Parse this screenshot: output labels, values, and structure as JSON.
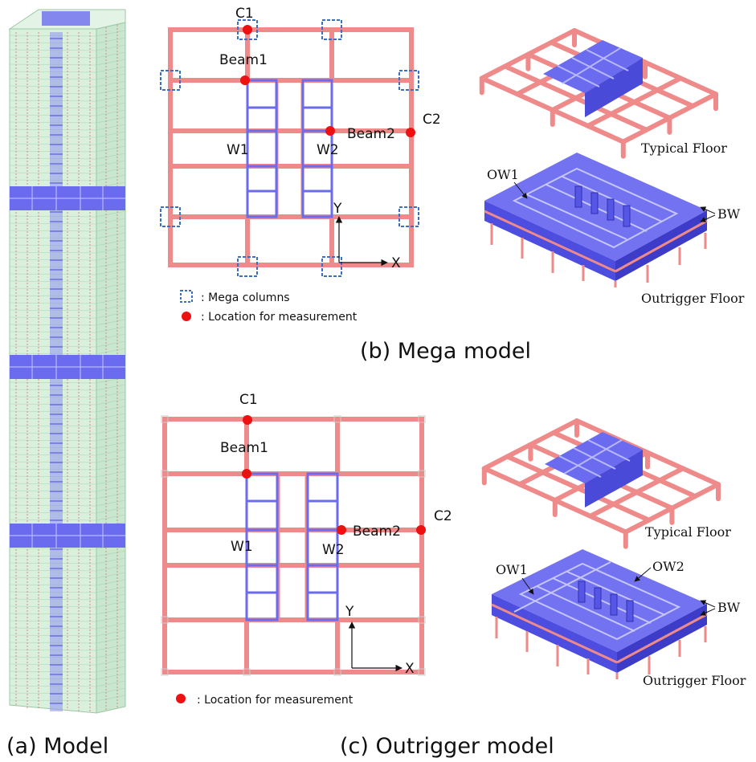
{
  "captions": {
    "a": "(a) Model",
    "b": "(b) Mega model",
    "c": "(c) Outrigger model"
  },
  "mega_plan": {
    "labels": {
      "c1": "C1",
      "c2": "C2",
      "beam1": "Beam1",
      "beam2": "Beam2",
      "w1": "W1",
      "w2": "W2",
      "y_axis": "Y",
      "x_axis": "X"
    },
    "legend": {
      "mega_columns": ": Mega columns",
      "measurement": ": Location for measurement"
    }
  },
  "outrigger_plan": {
    "labels": {
      "c1": "C1",
      "c2": "C2",
      "beam1": "Beam1",
      "beam2": "Beam2",
      "w1": "W1",
      "w2": "W2",
      "y_axis": "Y",
      "x_axis": "X"
    },
    "legend": {
      "measurement": ": Location for measurement"
    }
  },
  "mega_iso": {
    "typical": "Typical Floor",
    "outrigger": "Outrigger Floor",
    "ow1": "OW1",
    "bw": "BW"
  },
  "outrigger_iso": {
    "typical": "Typical Floor",
    "outrigger": "Outrigger Floor",
    "ow1": "OW1",
    "ow2": "OW2",
    "bw": "BW"
  },
  "colors": {
    "beam": "#ef8a8a",
    "wall": "#6b6bf0",
    "wall_dark": "#4a4ad8",
    "point": "#ee1111",
    "column": "#3a6fc4",
    "tower": "#d9f0dd"
  }
}
